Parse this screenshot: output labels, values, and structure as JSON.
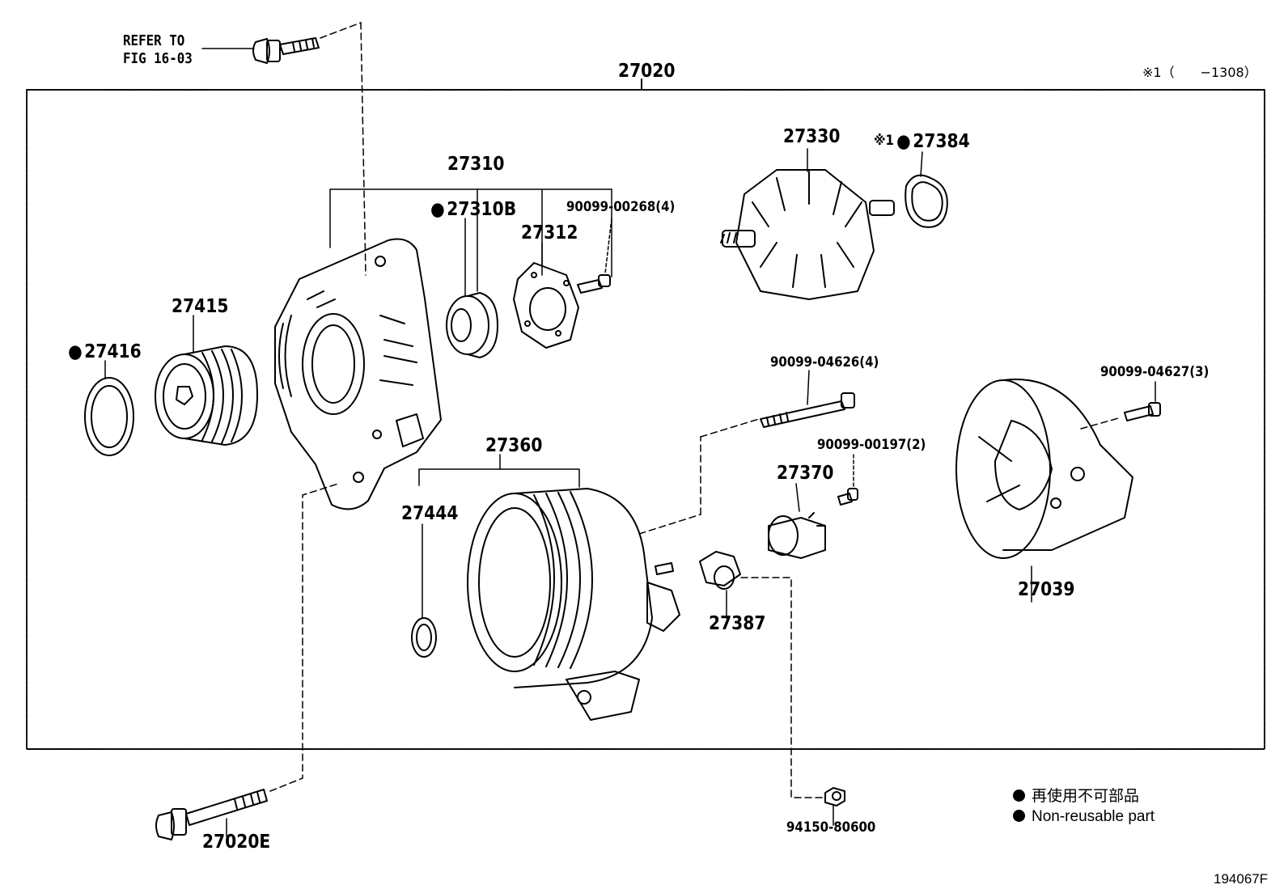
{
  "diagram": {
    "figure_code": "194067F",
    "assembly_label": "27020",
    "note_marker": "※1（　　−1308）",
    "refer_line1": "REFER TO",
    "refer_line2": "FIG 16-03",
    "legend": {
      "line_ja": "再使用不可部品",
      "line_en": "Non-reusable part"
    },
    "parts": {
      "p27310": "27310",
      "p27310B": "27310B",
      "p27312": "27312",
      "p90099_00268": "90099-00268(4)",
      "p27330": "27330",
      "p27384_marker": "※1",
      "p27384": "27384",
      "p27415": "27415",
      "p27416": "27416",
      "p90099_04626": "90099-04626(4)",
      "p90099_04627": "90099-04627(3)",
      "p90099_00197": "90099-00197(2)",
      "p27360": "27360",
      "p27370": "27370",
      "p27444": "27444",
      "p27387": "27387",
      "p27039": "27039",
      "p27020E": "27020E",
      "p94150_80600": "94150-80600"
    }
  }
}
